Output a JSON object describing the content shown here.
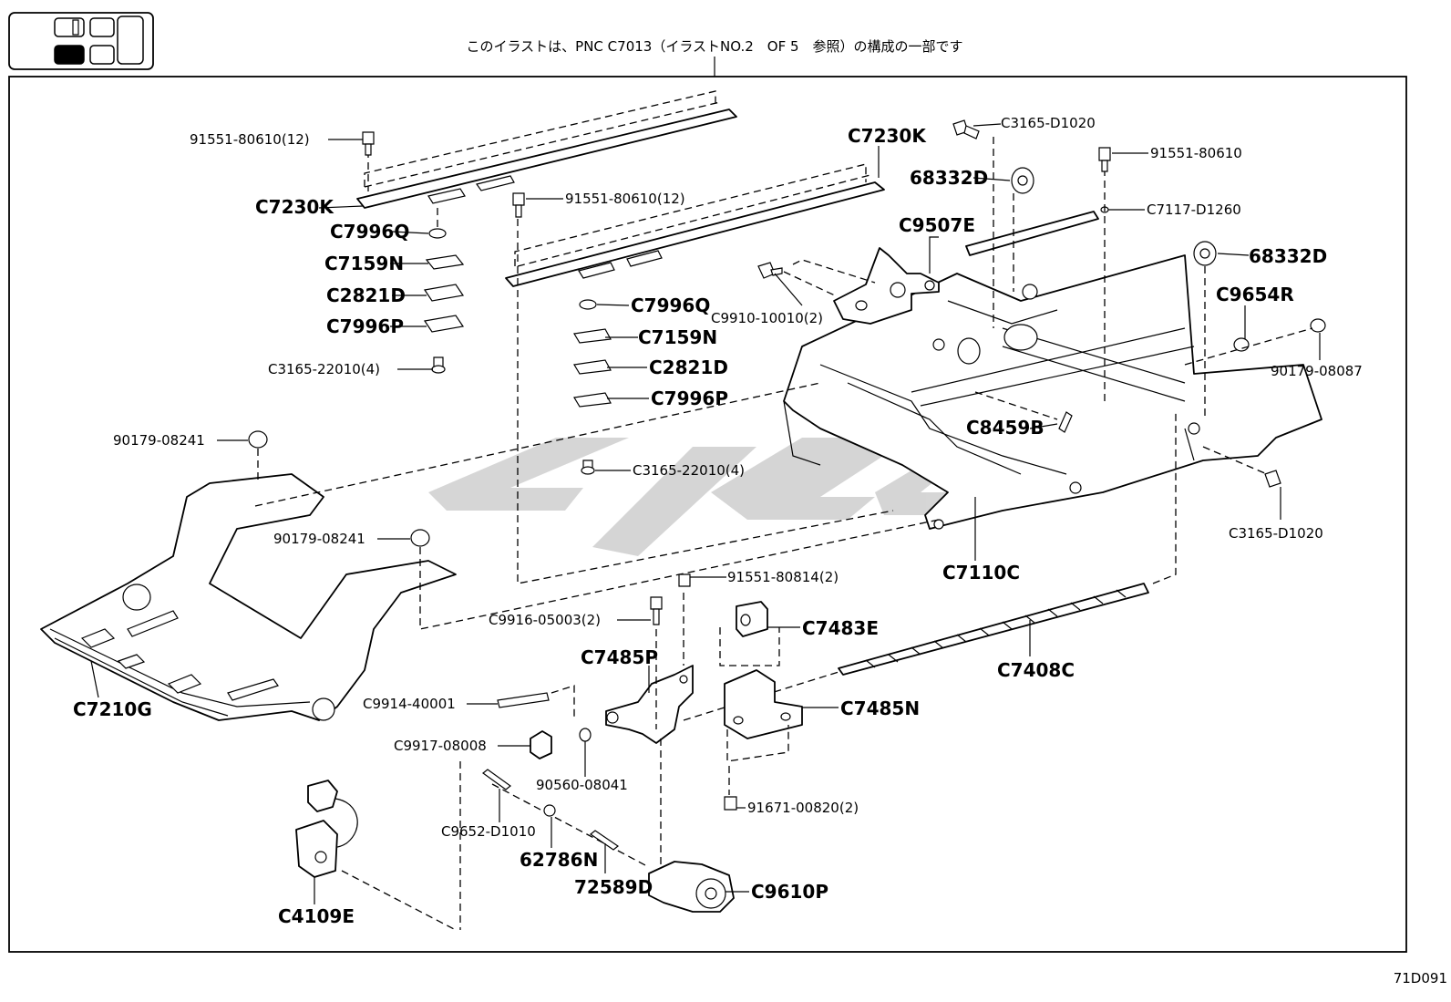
{
  "header": {
    "note": "このイラストは、PNC C7013（イラストNO.2　OF 5　参照）の構成の一部です",
    "illustration_code": "71D091",
    "watermark": "Lyg"
  },
  "locator_icon": {
    "name": "vehicle-seat-locator",
    "highlighted_position": "rear-left"
  },
  "callouts": {
    "c7230k_left": "C7230K",
    "c7230k_right": "C7230K",
    "b91551_80610_12_a": "91551-80610(12)",
    "b91551_80610_12_b": "91551-80610(12)",
    "c7996q_a": "C7996Q",
    "c7996q_b": "C7996Q",
    "c7159n_a": "C7159N",
    "c7159n_b": "C7159N",
    "c2821d_a": "C2821D",
    "c2821d_b": "C2821D",
    "c7996p_a": "C7996P",
    "c7996p_b": "C7996P",
    "c3165_22010_4_a": "C3165-22010(4)",
    "c3165_22010_4_b": "C3165-22010(4)",
    "c3165_d1020_a": "C3165-D1020",
    "c3165_d1020_b": "C3165-D1020",
    "b91551_80610": "91551-80610",
    "p68332d_a": "68332D",
    "p68332d_b": "68332D",
    "c7117_d1260": "C7117-D1260",
    "c9507e": "C9507E",
    "c9910_10010_2": "C9910-10010(2)",
    "c9654r": "C9654R",
    "b90179_08087": "90179-08087",
    "c8459b": "C8459B",
    "b90179_08241_a": "90179-08241",
    "b90179_08241_b": "90179-08241",
    "c7110c": "C7110C",
    "b91551_80814_2": "91551-80814(2)",
    "c9916_05003_2": "C9916-05003(2)",
    "c7483e": "C7483E",
    "c7485p": "C7485P",
    "c7408c": "C7408C",
    "c9914_40001": "C9914-40001",
    "c7485n": "C7485N",
    "c7210g": "C7210G",
    "c9917_08008": "C9917-08008",
    "b90560_08041": "90560-08041",
    "b91671_00820_2": "91671-00820(2)",
    "c9652_d1010": "C9652-D1010",
    "p62786n": "62786N",
    "p72589d": "72589D",
    "c4109e": "C4109E",
    "c9610p": "C9610P"
  }
}
